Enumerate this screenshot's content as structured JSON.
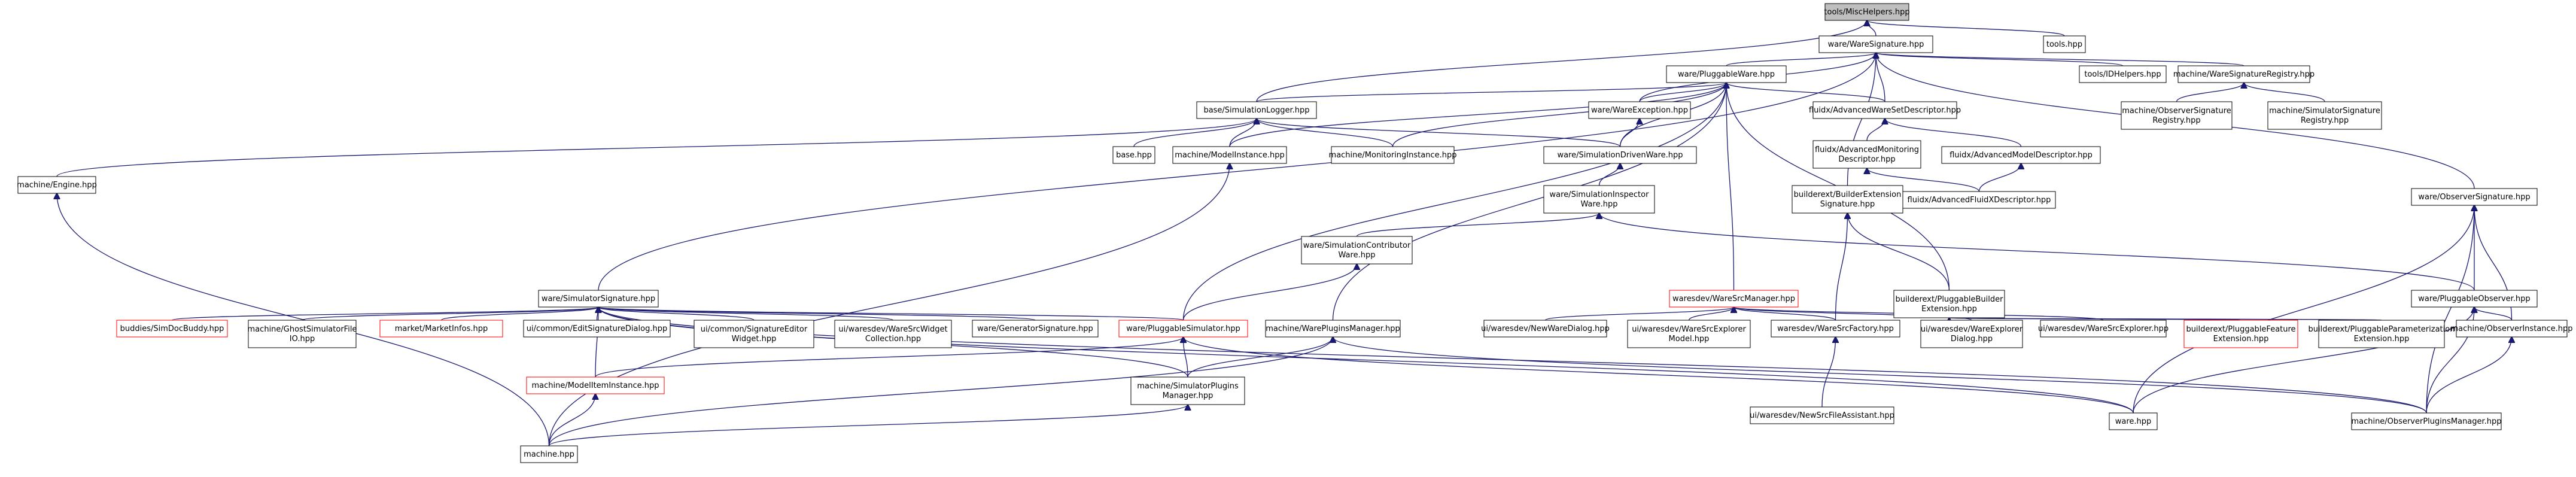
{
  "colors": {
    "edge": "#191970",
    "border": "#000000",
    "border_undocumented": "#ff0000",
    "root_fill": "#bfbfbf",
    "node_fill": "#ffffff"
  },
  "nodes": [
    {
      "id": "misc",
      "lines": [
        "tools/MiscHelpers.hpp"
      ],
      "root": true
    },
    {
      "id": "toolshpp",
      "lines": [
        "tools.hpp"
      ]
    },
    {
      "id": "waresig",
      "lines": [
        "ware/WareSignature.hpp"
      ]
    },
    {
      "id": "pluggableware",
      "lines": [
        "ware/PluggableWare.hpp"
      ]
    },
    {
      "id": "dirhelpers",
      "lines": [
        "tools/IDHelpers.hpp"
      ]
    },
    {
      "id": "waresigreg",
      "lines": [
        "machine/WareSignatureRegistry.hpp"
      ]
    },
    {
      "id": "simlogger",
      "lines": [
        "base/SimulationLogger.hpp"
      ]
    },
    {
      "id": "wareexc",
      "lines": [
        "ware/WareException.hpp"
      ]
    },
    {
      "id": "advwareset",
      "lines": [
        "fluidx/AdvancedWareSetDescriptor.hpp"
      ]
    },
    {
      "id": "obssigreg",
      "lines": [
        "machine/ObserverSignature",
        "Registry.hpp"
      ]
    },
    {
      "id": "simsigreg",
      "lines": [
        "machine/SimulatorSignature",
        "Registry.hpp"
      ]
    },
    {
      "id": "basehpp",
      "lines": [
        "base.hpp"
      ]
    },
    {
      "id": "modelinstance",
      "lines": [
        "machine/ModelInstance.hpp"
      ]
    },
    {
      "id": "monitoringinst",
      "lines": [
        "machine/MonitoringInstance.hpp"
      ]
    },
    {
      "id": "simdriven",
      "lines": [
        "ware/SimulationDrivenWare.hpp"
      ]
    },
    {
      "id": "advmonitoring",
      "lines": [
        "fluidx/AdvancedMonitoring",
        "Descriptor.hpp"
      ]
    },
    {
      "id": "advmodel",
      "lines": [
        "fluidx/AdvancedModelDescriptor.hpp"
      ]
    },
    {
      "id": "engine",
      "lines": [
        "machine/Engine.hpp"
      ]
    },
    {
      "id": "siminspector",
      "lines": [
        "ware/SimulationInspector",
        "Ware.hpp"
      ]
    },
    {
      "id": "builderext",
      "lines": [
        "builderext/BuilderExtension",
        "Signature.hpp"
      ]
    },
    {
      "id": "advfluidx",
      "lines": [
        "fluidx/AdvancedFluidXDescriptor.hpp"
      ]
    },
    {
      "id": "obssig",
      "lines": [
        "ware/ObserverSignature.hpp"
      ]
    },
    {
      "id": "simcontributor",
      "lines": [
        "ware/SimulationContributor",
        "Ware.hpp"
      ]
    },
    {
      "id": "simsig",
      "lines": [
        "ware/SimulatorSignature.hpp"
      ]
    },
    {
      "id": "waresrcmgr",
      "lines": [
        "waresdev/WareSrcManager.hpp"
      ],
      "undocumented": true
    },
    {
      "id": "pluggablebuilder",
      "lines": [
        "builderext/PluggableBuilder",
        "Extension.hpp"
      ]
    },
    {
      "id": "pluggableobs",
      "lines": [
        "ware/PluggableObserver.hpp"
      ]
    },
    {
      "id": "simdocbuddy",
      "lines": [
        "buddies/SimDocBuddy.hpp"
      ],
      "undocumented": true
    },
    {
      "id": "ghostsim",
      "lines": [
        "machine/GhostSimulatorFile",
        "IO.hpp"
      ]
    },
    {
      "id": "marketinfos",
      "lines": [
        "market/MarketInfos.hpp"
      ],
      "undocumented": true
    },
    {
      "id": "editsigdialog",
      "lines": [
        "ui/common/EditSignatureDialog.hpp"
      ]
    },
    {
      "id": "sigeditor",
      "lines": [
        "ui/common/SignatureEditor",
        "Widget.hpp"
      ]
    },
    {
      "id": "waresrcwidget",
      "lines": [
        "ui/waresdev/WareSrcWidget",
        "Collection.hpp"
      ]
    },
    {
      "id": "generatorsig",
      "lines": [
        "ware/GeneratorSignature.hpp"
      ]
    },
    {
      "id": "pluggablesim",
      "lines": [
        "ware/PluggableSimulator.hpp"
      ],
      "undocumented": true
    },
    {
      "id": "warepluginsmgr",
      "lines": [
        "machine/WarePluginsManager.hpp"
      ]
    },
    {
      "id": "newwaredialog",
      "lines": [
        "ui/waresdev/NewWareDialog.hpp"
      ]
    },
    {
      "id": "waresrcexpmodel",
      "lines": [
        "ui/waresdev/WareSrcExplorer",
        "Model.hpp"
      ]
    },
    {
      "id": "waresrcfactory",
      "lines": [
        "waresdev/WareSrcFactory.hpp"
      ]
    },
    {
      "id": "waresrcexpdialog",
      "lines": [
        "ui/waresdev/WareExplorer",
        "Dialog.hpp"
      ]
    },
    {
      "id": "waresrcexplorer",
      "lines": [
        "ui/waresdev/WareSrcExplorer.hpp"
      ]
    },
    {
      "id": "pluggablefeature",
      "lines": [
        "builderext/PluggableFeature",
        "Extension.hpp"
      ],
      "undocumented": true
    },
    {
      "id": "pluggableparam",
      "lines": [
        "builderext/PluggableParameterization",
        "Extension.hpp"
      ]
    },
    {
      "id": "obsinstance",
      "lines": [
        "machine/ObserverInstance.hpp"
      ]
    },
    {
      "id": "modelitem",
      "lines": [
        "machine/ModelItemInstance.hpp"
      ],
      "undocumented": true
    },
    {
      "id": "simpluginsmgr",
      "lines": [
        "machine/SimulatorPlugins",
        "Manager.hpp"
      ]
    },
    {
      "id": "newsrcfile",
      "lines": [
        "ui/waresdev/NewSrcFileAssistant.hpp"
      ]
    },
    {
      "id": "warehpp",
      "lines": [
        "ware.hpp"
      ]
    },
    {
      "id": "obspluginsmgr",
      "lines": [
        "machine/ObserverPluginsManager.hpp"
      ]
    },
    {
      "id": "machinehpp",
      "lines": [
        "machine.hpp"
      ]
    }
  ],
  "edges": [
    [
      "toolshpp",
      "misc"
    ],
    [
      "waresig",
      "misc"
    ],
    [
      "simlogger",
      "misc"
    ],
    [
      "pluggableware",
      "waresig"
    ],
    [
      "dirhelpers",
      "waresig"
    ],
    [
      "waresigreg",
      "waresig"
    ],
    [
      "advwareset",
      "waresig"
    ],
    [
      "wareexc",
      "waresig"
    ],
    [
      "builderext",
      "waresig"
    ],
    [
      "obssig",
      "waresig"
    ],
    [
      "simsig",
      "waresig"
    ],
    [
      "simlogger",
      "pluggableware"
    ],
    [
      "wareexc",
      "pluggableware"
    ],
    [
      "advwareset",
      "pluggableware"
    ],
    [
      "modelinstance",
      "pluggableware"
    ],
    [
      "monitoringinst",
      "pluggableware"
    ],
    [
      "simdriven",
      "pluggableware"
    ],
    [
      "pluggablesim",
      "pluggableware"
    ],
    [
      "warepluginsmgr",
      "pluggableware"
    ],
    [
      "waresrcmgr",
      "pluggableware"
    ],
    [
      "pluggablebuilder",
      "pluggableware"
    ],
    [
      "obssigreg",
      "waresigreg"
    ],
    [
      "simsigreg",
      "waresigreg"
    ],
    [
      "basehpp",
      "simlogger"
    ],
    [
      "modelinstance",
      "simlogger"
    ],
    [
      "monitoringinst",
      "simlogger"
    ],
    [
      "engine",
      "simlogger"
    ],
    [
      "simdriven",
      "simlogger"
    ],
    [
      "simdriven",
      "wareexc"
    ],
    [
      "advmonitoring",
      "advwareset"
    ],
    [
      "advmodel",
      "advwareset"
    ],
    [
      "machinehpp",
      "modelinstance"
    ],
    [
      "siminspector",
      "simdriven"
    ],
    [
      "advfluidx",
      "advmonitoring"
    ],
    [
      "advfluidx",
      "advmodel"
    ],
    [
      "machinehpp",
      "engine"
    ],
    [
      "simcontributor",
      "siminspector"
    ],
    [
      "pluggableobs",
      "siminspector"
    ],
    [
      "pluggablebuilder",
      "builderext"
    ],
    [
      "waresrcfactory",
      "builderext"
    ],
    [
      "pluggableobs",
      "obssig"
    ],
    [
      "obsinstance",
      "obssig"
    ],
    [
      "obspluginsmgr",
      "obssig"
    ],
    [
      "pluggablesim",
      "simcontributor"
    ],
    [
      "simdocbuddy",
      "simsig"
    ],
    [
      "ghostsim",
      "simsig"
    ],
    [
      "marketinfos",
      "simsig"
    ],
    [
      "editsigdialog",
      "simsig"
    ],
    [
      "sigeditor",
      "simsig"
    ],
    [
      "waresrcwidget",
      "simsig"
    ],
    [
      "generatorsig",
      "simsig"
    ],
    [
      "pluggablesim",
      "simsig"
    ],
    [
      "simpluginsmgr",
      "simsig"
    ],
    [
      "modelitem",
      "simsig"
    ],
    [
      "warehpp",
      "simsig"
    ],
    [
      "obspluginsmgr",
      "simsig"
    ],
    [
      "newwaredialog",
      "waresrcmgr"
    ],
    [
      "waresrcexpmodel",
      "waresrcmgr"
    ],
    [
      "waresrcfactory",
      "waresrcmgr"
    ],
    [
      "waresrcexpdialog",
      "waresrcmgr"
    ],
    [
      "waresrcexplorer",
      "waresrcmgr"
    ],
    [
      "pluggablefeature",
      "pluggablebuilder"
    ],
    [
      "pluggableparam",
      "pluggablebuilder"
    ],
    [
      "obsinstance",
      "pluggableobs"
    ],
    [
      "warehpp",
      "pluggableobs"
    ],
    [
      "obspluginsmgr",
      "pluggableobs"
    ],
    [
      "modelitem",
      "pluggablesim"
    ],
    [
      "simpluginsmgr",
      "pluggablesim"
    ],
    [
      "warehpp",
      "pluggablesim"
    ],
    [
      "simpluginsmgr",
      "warepluginsmgr"
    ],
    [
      "obspluginsmgr",
      "warepluginsmgr"
    ],
    [
      "machinehpp",
      "warepluginsmgr"
    ],
    [
      "newsrcfile",
      "waresrcfactory"
    ],
    [
      "obspluginsmgr",
      "obsinstance"
    ],
    [
      "machinehpp",
      "modelitem"
    ],
    [
      "machinehpp",
      "simpluginsmgr"
    ],
    [
      "warehpp",
      "obssig"
    ]
  ]
}
